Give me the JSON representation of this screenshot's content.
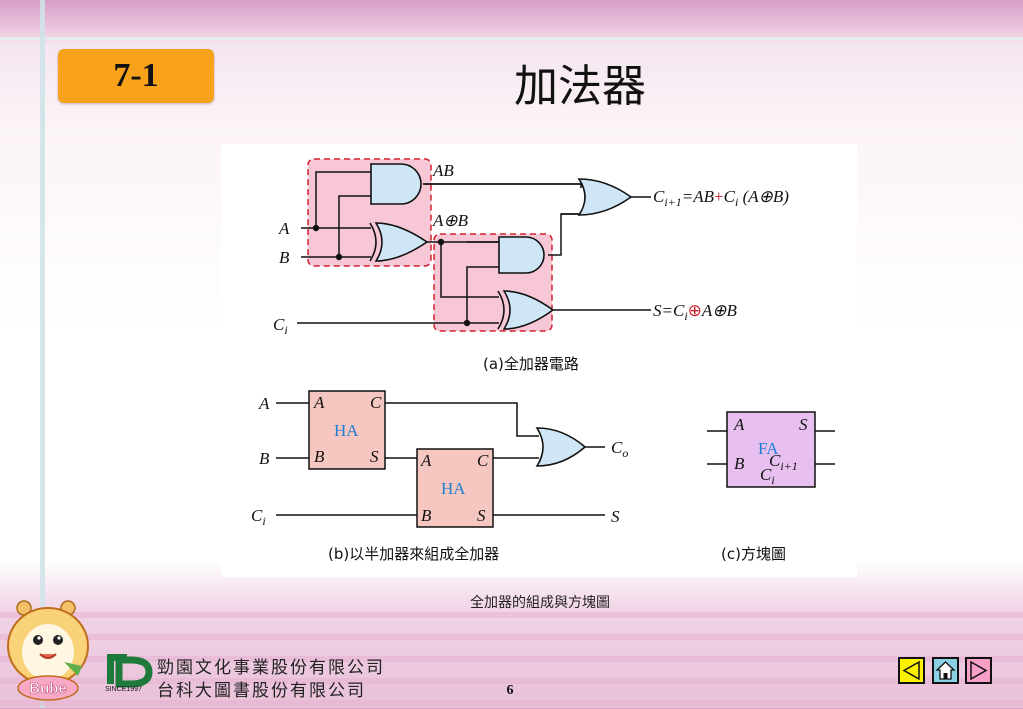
{
  "header": {
    "section_badge": "7-1",
    "title": "加法器"
  },
  "figure": {
    "panel_a": {
      "caption": "(a)全加器電路",
      "input_a": "A",
      "input_b": "B",
      "input_ci_main": "C",
      "input_ci_sub": "i",
      "wire_ab": "AB",
      "wire_axorb": "A⊕B",
      "carry_out_lhs_main": "C",
      "carry_out_lhs_sub": "i+1",
      "carry_out_rhs_1": "=AB",
      "carry_out_plus": "+",
      "carry_out_rhs_2": "C",
      "carry_out_rhs_2_sub": "i",
      "carry_out_rhs_3": " (A⊕B)",
      "sum_lhs": "S=C",
      "sum_lhs_sub": "i",
      "sum_xor": "⊕",
      "sum_rhs": "A⊕B"
    },
    "panel_b": {
      "caption": "(b)以半加器來組成全加器",
      "input_a": "A",
      "input_b": "B",
      "input_ci_main": "C",
      "input_ci_sub": "i",
      "ha1": {
        "label": "HA",
        "pin_a": "A",
        "pin_b": "B",
        "pin_c": "C",
        "pin_s": "S"
      },
      "ha2": {
        "label": "HA",
        "pin_a": "A",
        "pin_b": "B",
        "pin_c": "C",
        "pin_s": "S"
      },
      "out_co_main": "C",
      "out_co_sub": "o",
      "out_s": "S"
    },
    "panel_c": {
      "caption": "(c)方塊圖",
      "label": "FA",
      "pin_a": "A",
      "pin_b": "B",
      "pin_ci_main": "C",
      "pin_ci_sub": "i",
      "pin_s": "S",
      "pin_co_main": "C",
      "pin_co_sub": "i+1"
    }
  },
  "slide_caption": "全加器的組成與方塊圖",
  "footer": {
    "mascot_text": "Bube",
    "logo_since": "SINCE1997",
    "publisher_line1": "勁園文化事業股份有限公司",
    "publisher_line2": "台科大圖書股份有限公司",
    "page_number": "6"
  },
  "colors": {
    "badge": "#f8a21c",
    "gate_fill": "#cfe6f7",
    "highlight_fill": "#f7c7d6",
    "highlight_border": "#d0212e",
    "ha_fill": "#f6c6c0",
    "fa_fill": "#e7c0f0",
    "nav_button": "#fff200"
  },
  "navigation": [
    "previous-arrow-icon",
    "home-icon",
    "next-arrow-icon"
  ]
}
